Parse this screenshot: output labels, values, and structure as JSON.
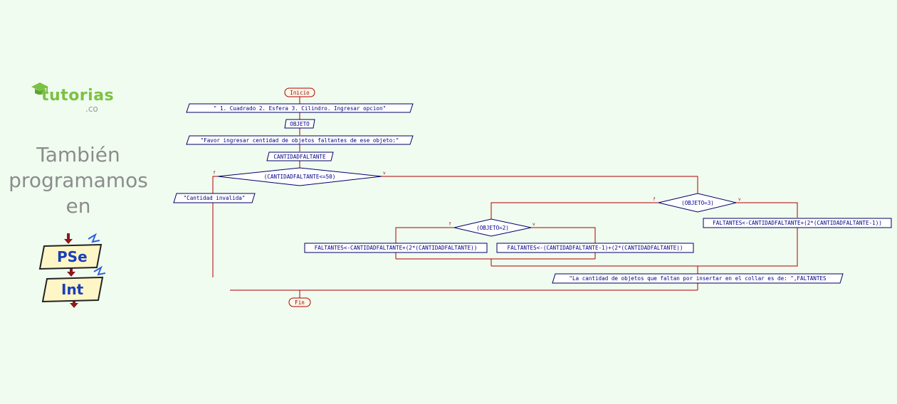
{
  "sidebar": {
    "logo_text": "tutorias",
    "logo_sub": ".co",
    "tagline": [
      "También",
      "programamos",
      "en"
    ],
    "pseint_top": "PSe",
    "pseint_bottom": "Int"
  },
  "flowchart": {
    "start": "Inicio",
    "end": "Fin",
    "menu_output": "\" 1. Cuadrado      2. Esfera      3. Cilindro. Ingresar opcion\"",
    "read_objeto": "OBJETO",
    "prompt_output": "\"Favor ingresar centidad de objetos faltantes de ese objeto:\"",
    "read_cantidad": "CANTIDADFALTANTE",
    "cond_main": "(CANTIDADFALTANTE<=50)",
    "invalid_output": "\"Cantidad invalida\"",
    "cond_obj3": "(OBJETO=3)",
    "assign_obj3": "FALTANTES<-CANTIDADFALTANTE+(2*(CANTIDADFALTANTE-1))",
    "cond_obj2": "(OBJETO=2)",
    "assign_obj2": "FALTANTES<-CANTIDADFALTANTE+(2*(CANTIDADFALTANTE))",
    "assign_else": "FALTANTES<-(CANTIDADFALTANTE-1)+(2*(CANTIDADFALTANTE))",
    "result_output": "\"La cantidad de objetos que faltan por insertar en el collar es de: \",FALTANTES",
    "false_label": "f",
    "true_label": "v"
  },
  "colors": {
    "background": "#f0fcf0",
    "wire": "#b00000",
    "text": "#00008b",
    "logo_green": "#7cc242"
  }
}
